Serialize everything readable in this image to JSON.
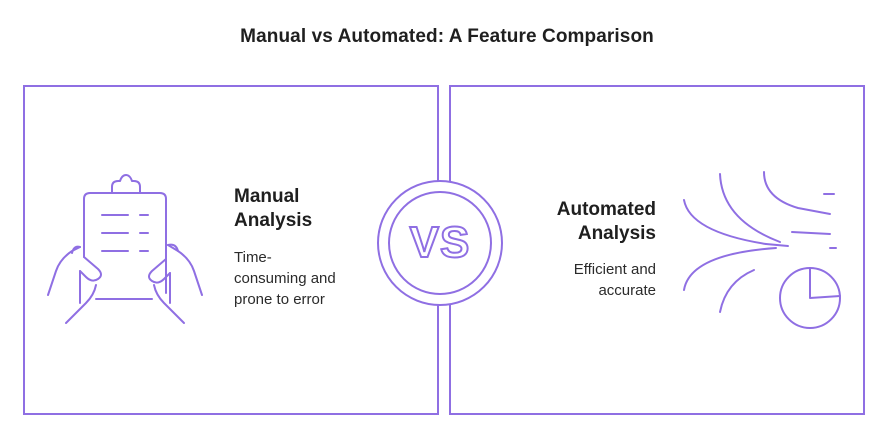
{
  "title": "Manual vs Automated: A Feature Comparison",
  "left": {
    "heading_line1": "Manual",
    "heading_line2": "Analysis",
    "desc_line1": "Time-",
    "desc_line2": "consuming and",
    "desc_line3": "prone to error",
    "icon": "clipboard-hands-icon"
  },
  "right": {
    "heading_line1": "Automated",
    "heading_line2": "Analysis",
    "desc_line1": "Efficient and",
    "desc_line2": "accurate",
    "icon": "data-flow-pie-icon"
  },
  "vs_label": "VS",
  "colors": {
    "accent": "#8f6fe3",
    "text": "#1f1f1f"
  }
}
